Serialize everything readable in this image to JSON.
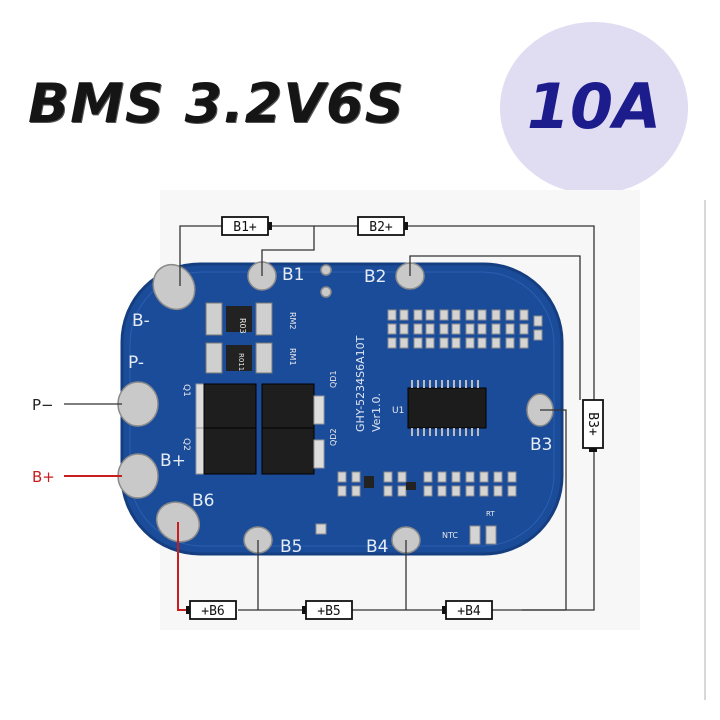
{
  "title": "BMS 3.2V6S",
  "badge": "10A",
  "board": {
    "silk_pads": {
      "bm": "B-",
      "pm": "P-",
      "bp": "B+",
      "b1": "B1",
      "b2": "B2",
      "b3": "B3",
      "b4": "B4",
      "b5": "B5",
      "b6": "B6"
    },
    "model": "GHY-5234S6A10T",
    "version": "Ver1.0.",
    "ntc": "NTC",
    "rt": "RT",
    "u1": "U1",
    "q1": "Q1",
    "q2": "Q2",
    "qd1": "QD1",
    "qd2": "QD2",
    "r03": "R03",
    "r011": "R011",
    "rm1": "RM1",
    "rm2": "RM2"
  },
  "terminals": {
    "b1": "B1+",
    "b2": "B2+",
    "b3": "B3+",
    "b4": "+B4",
    "b5": "+B5",
    "b6": "+B6"
  },
  "wires": {
    "p_minus": "P−",
    "b_plus": "B+"
  },
  "colors": {
    "board": "#1b4c9a",
    "red_wire": "#c81e1e",
    "title": "#151515",
    "badge_bg": "#e0dcf2",
    "badge_text": "#1c1c8c"
  }
}
